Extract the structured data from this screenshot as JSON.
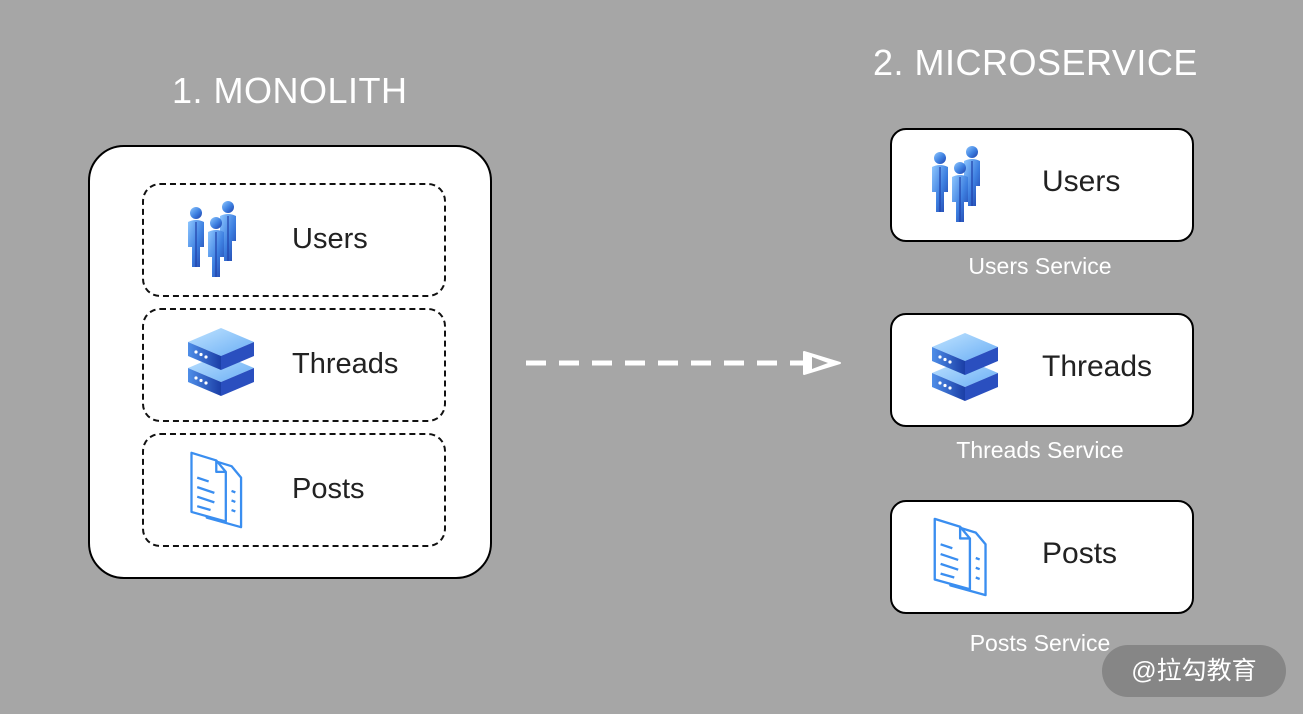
{
  "monolith": {
    "title": "1. MONOLITH",
    "modules": [
      {
        "label": "Users",
        "icon": "users-icon"
      },
      {
        "label": "Threads",
        "icon": "server-stack-icon"
      },
      {
        "label": "Posts",
        "icon": "documents-icon"
      }
    ]
  },
  "microservice": {
    "title": "2. MICROSERVICE",
    "services": [
      {
        "label": "Users",
        "caption": "Users Service",
        "icon": "users-icon"
      },
      {
        "label": "Threads",
        "caption": "Threads Service",
        "icon": "server-stack-icon"
      },
      {
        "label": "Posts",
        "caption": "Posts Service",
        "icon": "documents-icon"
      }
    ]
  },
  "watermark": "@拉勾教育",
  "colors": {
    "background": "#a6a6a6",
    "box_fill": "#ffffff",
    "icon_blue": "#2f6fd8",
    "arrow": "#ffffff"
  }
}
